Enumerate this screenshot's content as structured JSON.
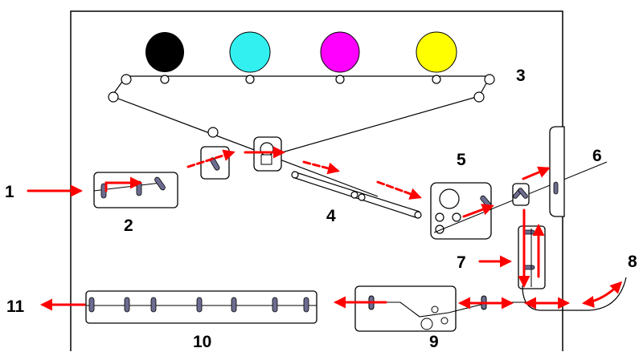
{
  "labels": {
    "l1": "1",
    "l2": "2",
    "l3": "3",
    "l4": "4",
    "l5": "5",
    "l6": "6",
    "l7": "7",
    "l8": "8",
    "l9": "9",
    "l10": "10",
    "l11": "11"
  },
  "toner_colors": {
    "black": "#000000",
    "cyan": "#33f0f0",
    "magenta": "#ff00ff",
    "yellow": "#ffff00"
  },
  "arrow_color": "#ff0000",
  "module_fill": "#ffffff",
  "line_color": "#000000",
  "roller_color": "#6c6c90"
}
